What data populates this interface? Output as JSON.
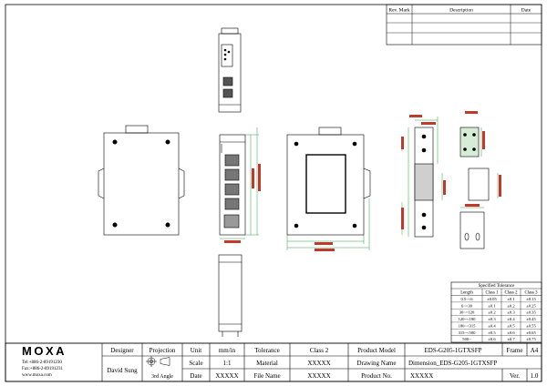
{
  "revision_table": {
    "headers": [
      "Rev. Mark",
      "Description",
      "Date"
    ]
  },
  "tolerance_table": {
    "title": "Specified Tolerance",
    "headers": [
      "Length",
      "Class 1",
      "Class 2",
      "Class 3"
    ],
    "rows": [
      [
        "0.5~<6",
        "±0.05",
        "±0.1",
        "±0.15"
      ],
      [
        "6~<30",
        "±0.1",
        "±0.2",
        "±0.25"
      ],
      [
        "30~<120",
        "±0.2",
        "±0.3",
        "±0.35"
      ],
      [
        "120~<180",
        "±0.3",
        "±0.4",
        "±0.45"
      ],
      [
        "180~<315",
        "±0.4",
        "±0.5",
        "±0.55"
      ],
      [
        "315~<500",
        "±0.5",
        "±0.6",
        "±0.65"
      ],
      [
        "500~",
        "±0.6",
        "±0.7",
        "±0.75"
      ]
    ]
  },
  "title_block": {
    "company": "MOXA",
    "tel": "Tel:+886-2-89191230",
    "fax": "Fax:+886-2-89191231",
    "web": "www.moxa.com",
    "designer_label": "Designer",
    "designer": "David Sung",
    "projection_label": "Projection",
    "projection_value": "3rd Angle",
    "unit_label": "Unit",
    "unit": "mm/in",
    "scale_label": "Scale",
    "scale": "1:1",
    "date_label": "Date",
    "date": "XXXXX",
    "tolerance_label": "Tolerance",
    "tolerance": "Class 2",
    "material_label": "Material",
    "material": "XXXXX",
    "filename_label": "File Name",
    "filename": "XXXXX",
    "product_model_label": "Product Model",
    "product_model": "EDS-G205-1GTXSFP",
    "frame_label": "Frame",
    "frame": "A4",
    "drawing_name_label": "Drawing Name",
    "drawing_name": "Dimension_EDS-G205-1GTXSFP",
    "product_no_label": "Product No.",
    "product_no": "XXXXX",
    "ver_label": "Ver.",
    "ver": "1.0"
  }
}
